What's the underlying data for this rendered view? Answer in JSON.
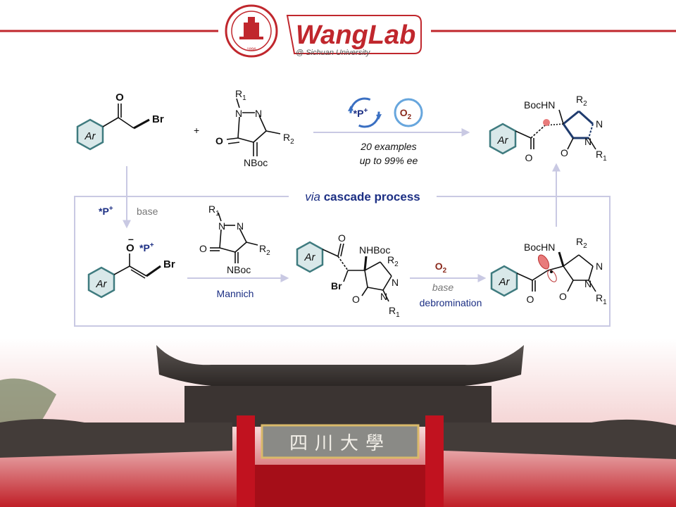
{
  "header": {
    "logo_text": "WangLab",
    "logo_subtitle": "@ Sichuan University",
    "seal_year": "1896"
  },
  "colors": {
    "accent_red": "#c0272d",
    "ring_teal": "#3f7b7f",
    "ring_fill": "#d9e8e9",
    "arrow_lavender": "#c9c9e3",
    "dark_blue": "#1c2f84",
    "oxygen_brown": "#8b2b1e",
    "o2_ring": "#67a6dd"
  },
  "labels": {
    "ar": "Ar",
    "br": "Br",
    "o": "O",
    "n": "N",
    "r1": "R",
    "r2": "R",
    "sub1": "1",
    "sub2": "2",
    "nboc": "NBoc",
    "bochn": "BocHN",
    "nhboc": "NHBoc",
    "catalyst": "*P",
    "catalyst_plus": "+",
    "o2": "O",
    "o2_sub": "2",
    "plus": "+",
    "minus": "–"
  },
  "conditions": {
    "line1": "20 examples",
    "line2": "up to 99% ee"
  },
  "cascade": {
    "via": "via",
    "title": "cascade process",
    "base": "base",
    "mannich": "Mannich",
    "base2": "base",
    "debromination": "debromination"
  },
  "banner": {
    "gate_text": "四川大學"
  }
}
